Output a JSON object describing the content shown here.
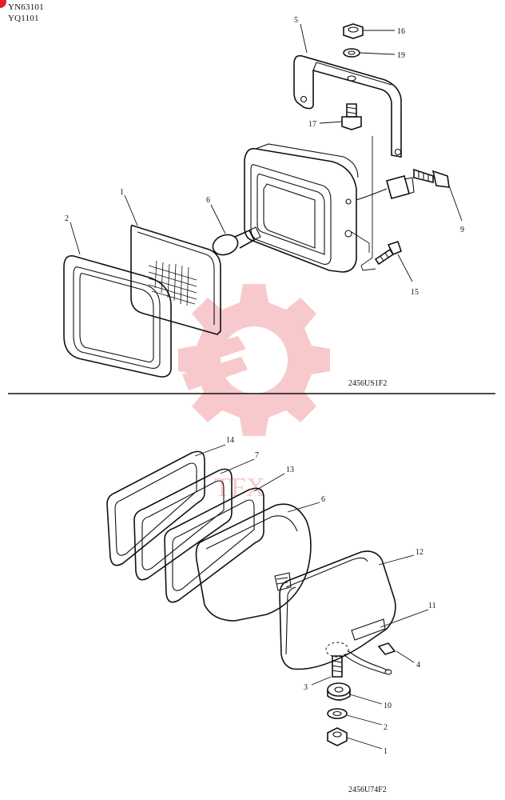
{
  "header": {
    "line1": "YN63101",
    "line2": "YQ1101"
  },
  "colors": {
    "ink": "#111111",
    "watermark": "#e8414b",
    "marker": "#e0202a"
  },
  "watermark_text": "TFX",
  "upper": {
    "figure_code": "2456US1F2",
    "callouts": [
      "1",
      "2",
      "5",
      "6",
      "9",
      "15",
      "16",
      "17",
      "19"
    ]
  },
  "lower": {
    "figure_code": "2456U74F2",
    "callouts": [
      "1",
      "2",
      "3",
      "4",
      "6",
      "7",
      "10",
      "11",
      "12",
      "13",
      "14"
    ]
  }
}
